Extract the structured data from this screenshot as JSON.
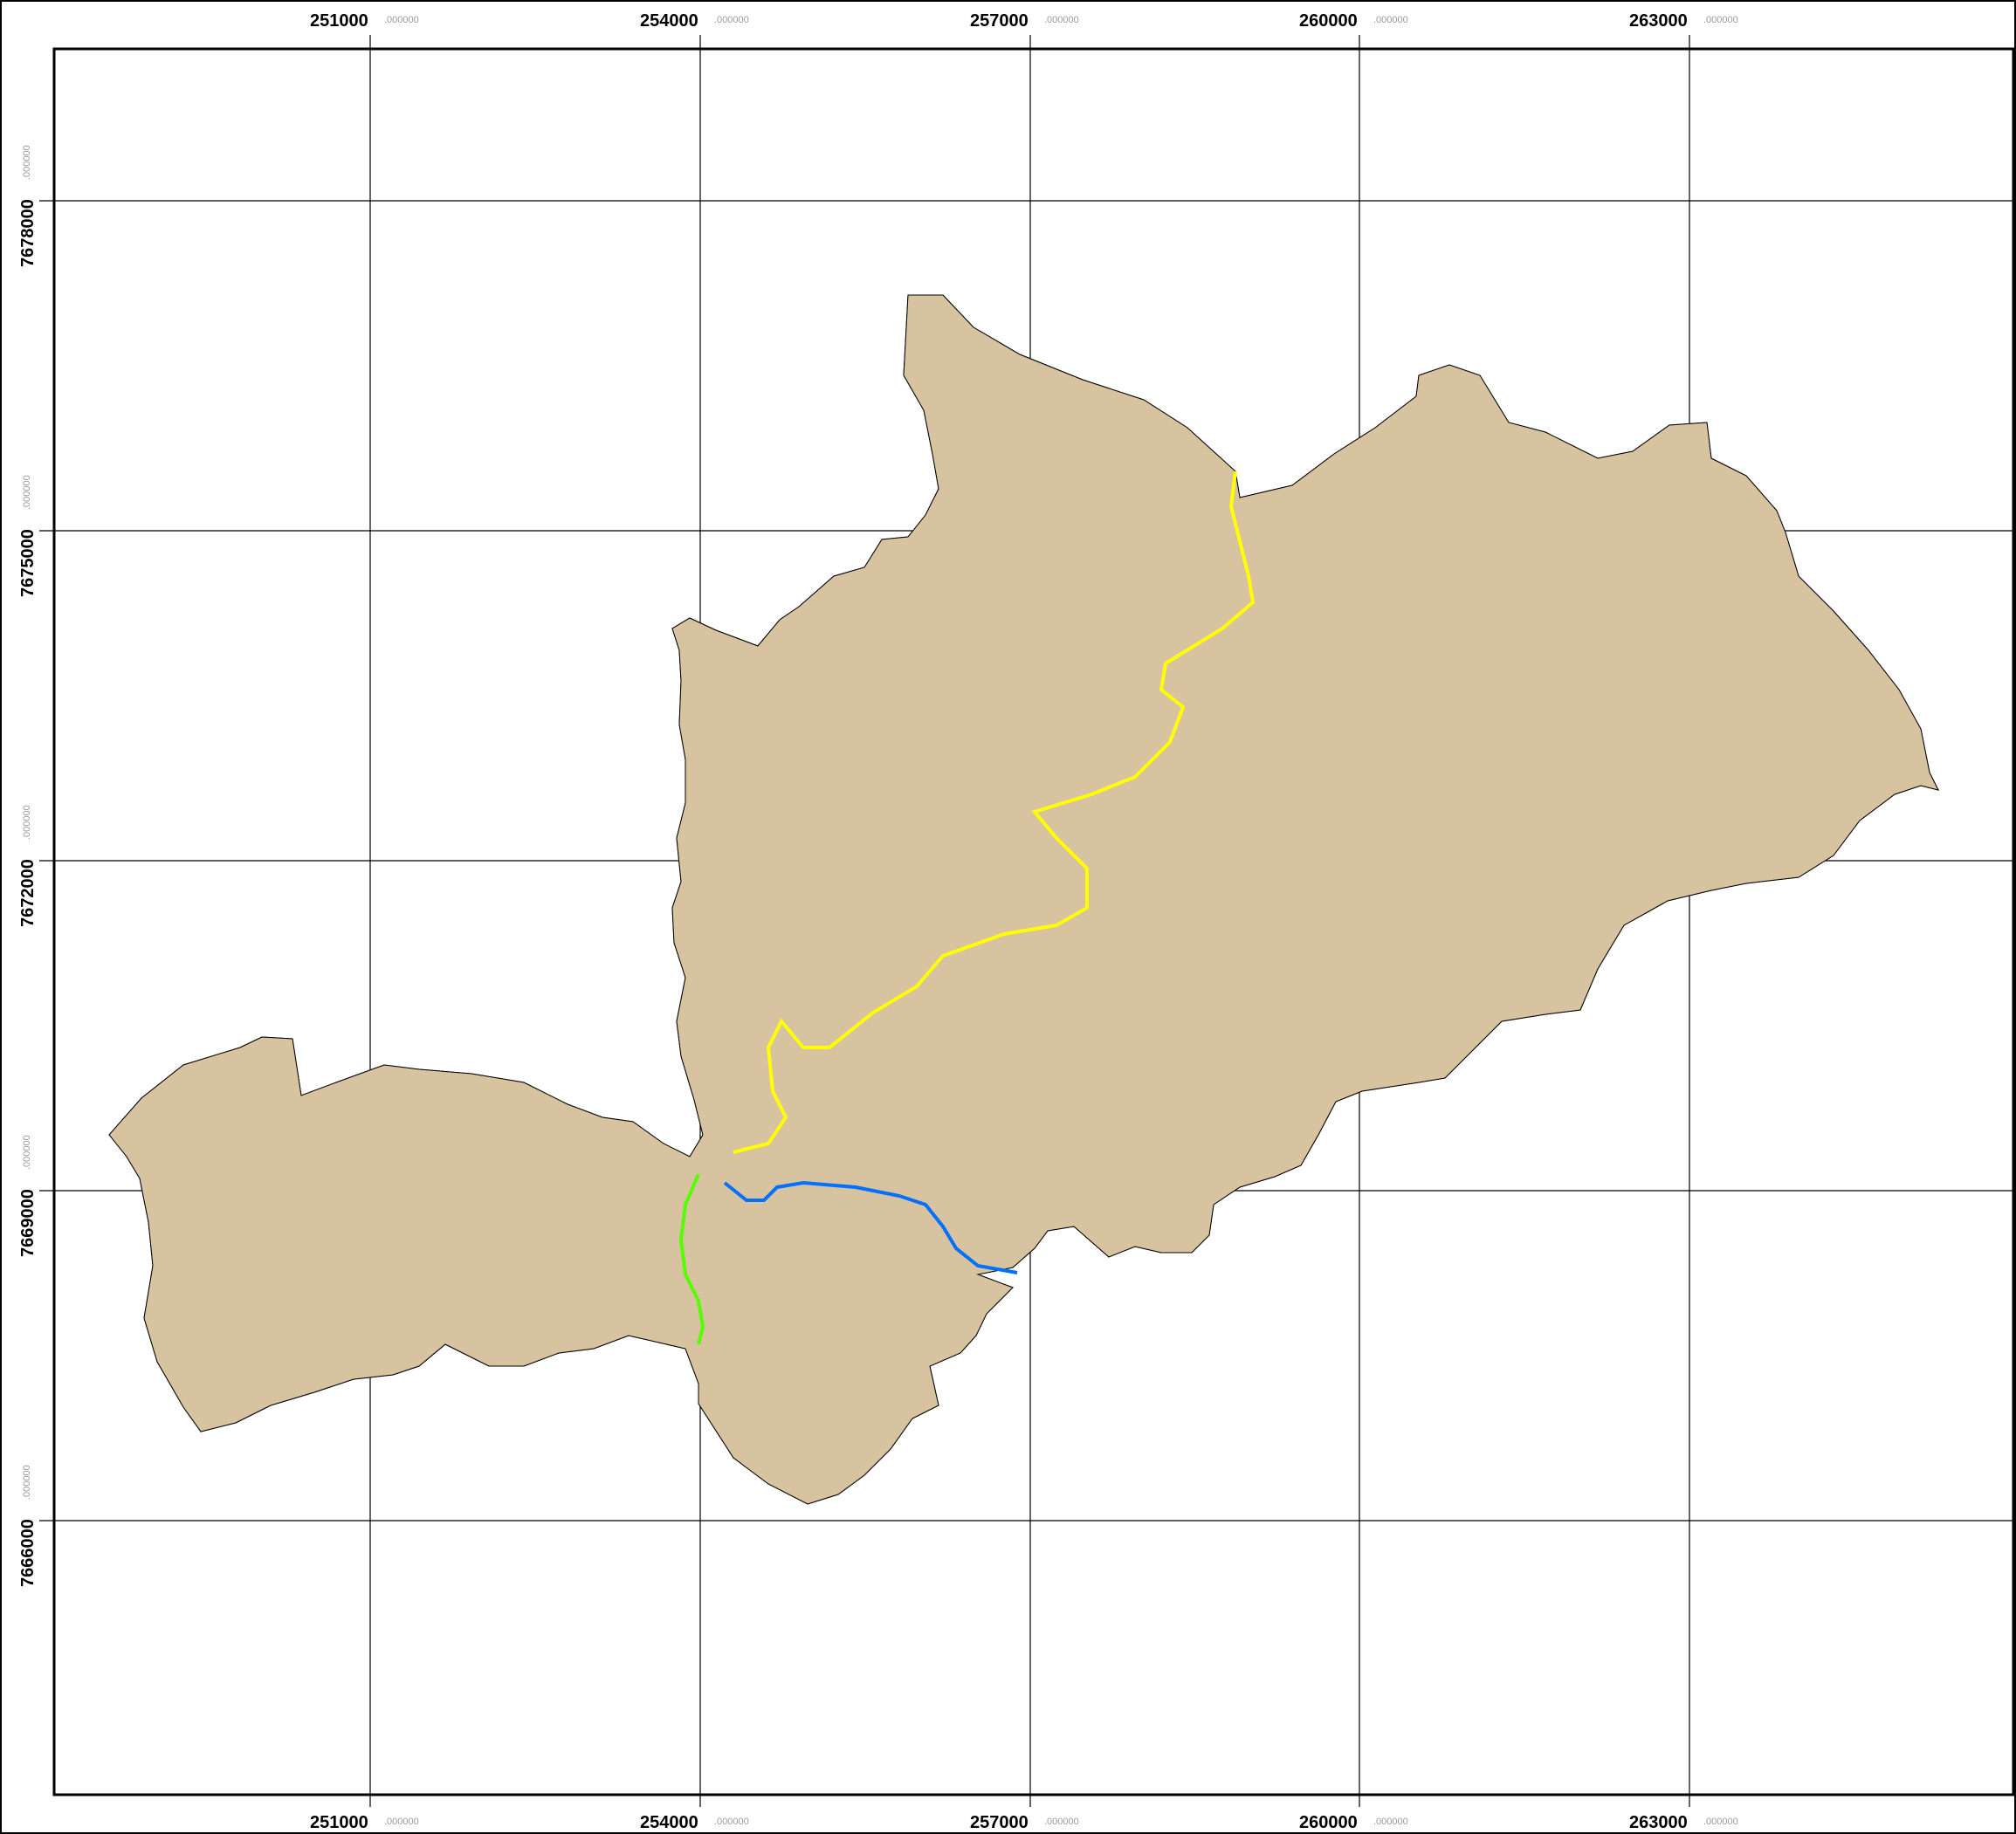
{
  "map": {
    "x_ticks": [
      {
        "main": "251000",
        "suffix": ".000000"
      },
      {
        "main": "254000",
        "suffix": ".000000"
      },
      {
        "main": "257000",
        "suffix": ".000000"
      },
      {
        "main": "260000",
        "suffix": ".000000"
      },
      {
        "main": "263000",
        "suffix": ".000000"
      }
    ],
    "y_ticks": [
      {
        "main": "7678000",
        "suffix": ".000000"
      },
      {
        "main": "7675000",
        "suffix": ".000000"
      },
      {
        "main": "7672000",
        "suffix": ".000000"
      },
      {
        "main": "7669000",
        "suffix": ".000000"
      },
      {
        "main": "7666000",
        "suffix": ".000000"
      }
    ],
    "colors": {
      "background_land": "#d8c3a0",
      "dense_forest": "#4a7000",
      "teal_forest": "#458a72",
      "light_green": "#b8d9a0",
      "bright_green": "#a6fb7e",
      "urban_dark": "#8b4545",
      "urban_light": "#cd6666",
      "light_gray": "#e0e0e0",
      "orange": "#f7c074",
      "salmon": "#f5a27a",
      "pink": "#d7a2a2",
      "water": "#6aa8e8",
      "olive_yellow": "#cccc66",
      "boundary": "#ff0000",
      "yellow_line": "#ffff00",
      "blue_line": "#0070ff",
      "green_line": "#55ff00"
    }
  }
}
